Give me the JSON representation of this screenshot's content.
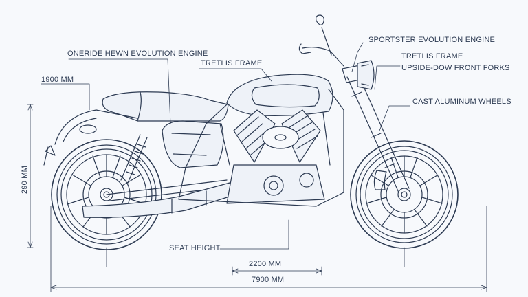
{
  "labels": {
    "engine_left": "ONERIDE HEWN EVOLUTION ENGINE",
    "trellis_frame_center": "TRETLIS FRAME",
    "sportster_engine": "SPORTSTER EVOLUTION ENGINE",
    "trellis_frame_right": "TRETLIS FRAME",
    "front_forks": "UPSIDE-DOW FRONT FORKS",
    "cast_wheels": "CAST ALUMINUM WHEELS",
    "seat_height": "SEAT HEIGHT",
    "dim_1900": "1900 MM",
    "dim_290": "290 MM",
    "dim_2200": "2200 MM",
    "dim_7900": "7900 MM"
  },
  "colors": {
    "background": "#f7f9fc",
    "line": "#2c3a52",
    "fill": "#eef2f8"
  }
}
